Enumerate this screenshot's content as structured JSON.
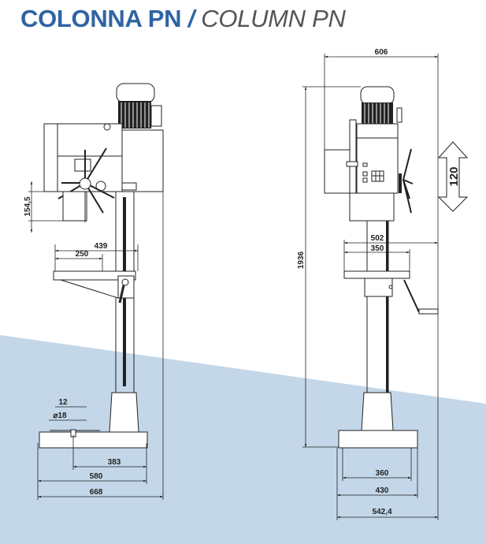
{
  "title": {
    "italian": "COLONNA PN",
    "separator": "/",
    "english": "COLUMN PN"
  },
  "colors": {
    "brand_blue": "#2f64a3",
    "background_band": "#c3d7e9",
    "line": "#222222"
  },
  "front_view": {
    "dimensions": {
      "quill_travel": "154,5",
      "table_outer": "439",
      "table_inner": "250",
      "slot_width": "12",
      "slot_diameter": "⌀18",
      "base_center": "383",
      "base_slot_span": "580",
      "overall_depth": "668"
    }
  },
  "side_view": {
    "dimensions": {
      "overall_width": "606",
      "overall_height": "1936",
      "head_travel": "120",
      "table_outer": "502",
      "table_inner": "350",
      "base_inner": "360",
      "base_width": "430",
      "overall_base": "542,4"
    }
  }
}
